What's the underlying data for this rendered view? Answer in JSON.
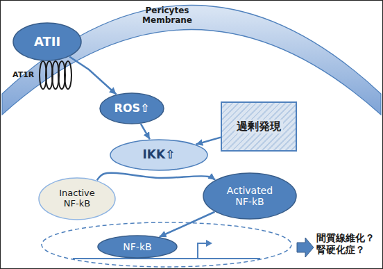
{
  "diagram": {
    "nodes": [
      {
        "text": [
          "ATII"
        ]
      },
      {
        "text": [
          "ROS⇧"
        ]
      },
      {
        "text": [
          "IKK⇧"
        ]
      },
      {
        "text": [
          "過剰発現"
        ]
      },
      {
        "text": [
          "Inactive NF-kB"
        ]
      },
      {
        "text": [
          "Activated NF-kB"
        ]
      },
      {
        "text": [
          "NF-kB"
        ]
      }
    ],
    "edges": [
      {
        "from": 0,
        "to": 1,
        "arrow": "to"
      },
      {
        "from": 1,
        "to": 2,
        "arrow": "to"
      },
      {
        "from": 3,
        "to": 2,
        "arrow": "to"
      },
      {
        "from": 4,
        "to": 5,
        "arrow": "to"
      },
      {
        "from": 5,
        "to": 6,
        "arrow": "to"
      }
    ],
    "labels": [
      "Pericytes Membrane",
      "AT1R",
      "間質線維化？ 腎硬化症？"
    ]
  }
}
